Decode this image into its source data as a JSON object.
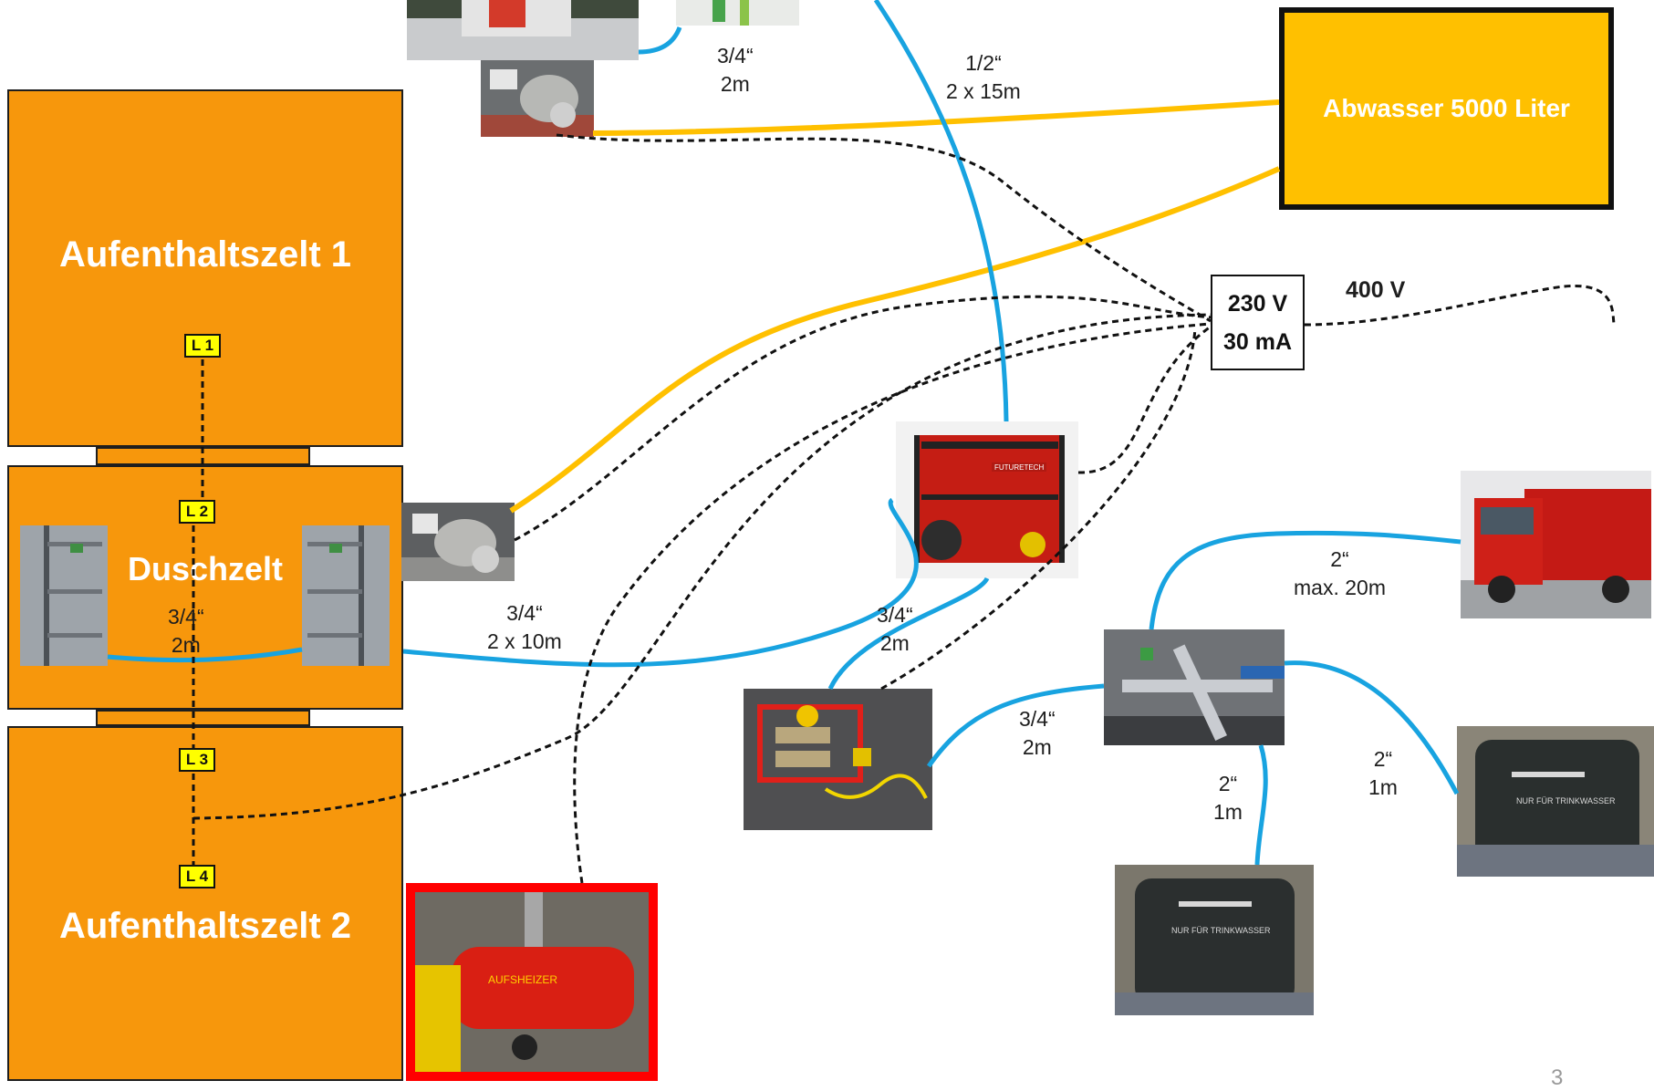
{
  "tents": {
    "tent1": "Aufenthaltszelt 1",
    "shower": "Duschzelt",
    "tent2": "Aufenthaltszelt 2"
  },
  "abwasser": "Abwasser 5000 Liter",
  "power": {
    "rcd_voltage": "230 V",
    "rcd_current": "30 mA",
    "main": "400 V"
  },
  "lamps": [
    "L 1",
    "L 2",
    "L 3",
    "L 4"
  ],
  "hoses": {
    "top_short": "3/4“\n2m",
    "supply_top": "1/2“\n2 x 15m",
    "shower_inner": "3/4“\n2m",
    "shower_supply": "3/4“\n2 x 10m",
    "heater_pump": "3/4“\n2m",
    "pump_manifold": "3/4“\n2m",
    "truck": "2“\nmax. 20m",
    "tank_bottom": "2“\n1m",
    "tank_right": "2“\n1m"
  },
  "photos": {
    "generator_brand": "FUTURETECH",
    "heater_brand": "AUFSHEIZER",
    "tank_text": "NUR FÜR TRINKWASSER"
  },
  "page_number": "3",
  "colors": {
    "tent": "#f7970c",
    "wastewater": "#ffc000",
    "water_hose": "#18a3e0",
    "cable": "#111111",
    "lamp": "#ffff00",
    "heater_frame": "#ff0000"
  }
}
